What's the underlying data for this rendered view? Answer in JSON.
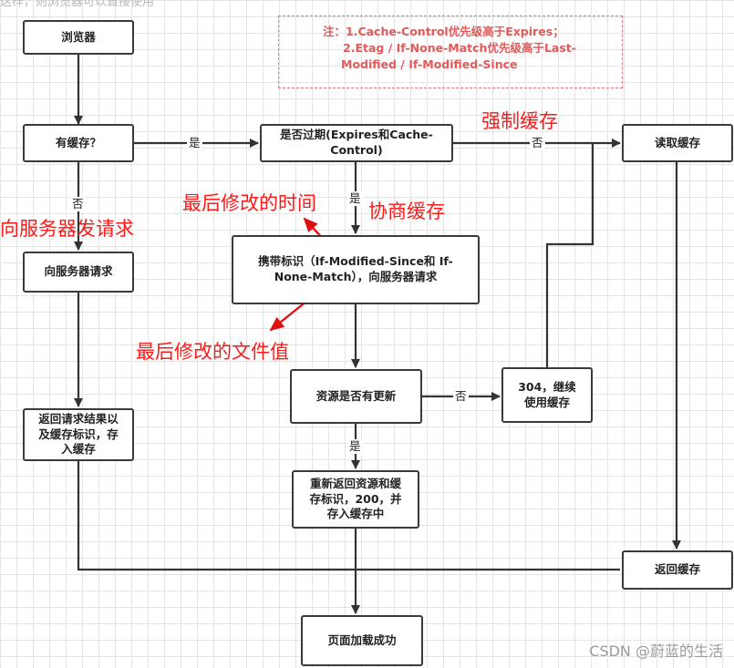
{
  "top_cutoff_text": "这样，则浏览器可以直接使用",
  "note": {
    "line1": "注：1.Cache-Control优先级高于Expires；",
    "line2": "2.Etag / If-None-Match优先级高于Last-",
    "line3": "Modified / If-Modified-Since"
  },
  "nodes": {
    "browser": "浏览器",
    "has_cache": "有缓存？",
    "expired": "是否过期(Expires和Cache-Control)",
    "read_cache": "读取缓存",
    "request_server": "向服务器请求",
    "carry_tag": "携带标识（If-Modified-Since和 If-None-Match），向服务器请求",
    "updated": "资源是否有更新",
    "code304": "304，继续使用缓存",
    "return_result": "返回请求结果以及缓存标识，存入缓存",
    "return_new": "重新返回资源和缓存标识，200，并存入缓存中",
    "return_cache": "返回缓存",
    "success": "页面加载成功"
  },
  "edges": {
    "yes1": "是",
    "no1": "否",
    "no2": "否",
    "yes2": "是",
    "no3": "否",
    "yes3": "是"
  },
  "annotations": {
    "forced_cache": "强制缓存",
    "request_to_server": "向服务器发请求",
    "last_modified_time": "最后修改的时间",
    "negotiated_cache": "协商缓存",
    "last_modified_value": "最后修改的文件值"
  },
  "watermark": "CSDN @蔚蓝的生活"
}
